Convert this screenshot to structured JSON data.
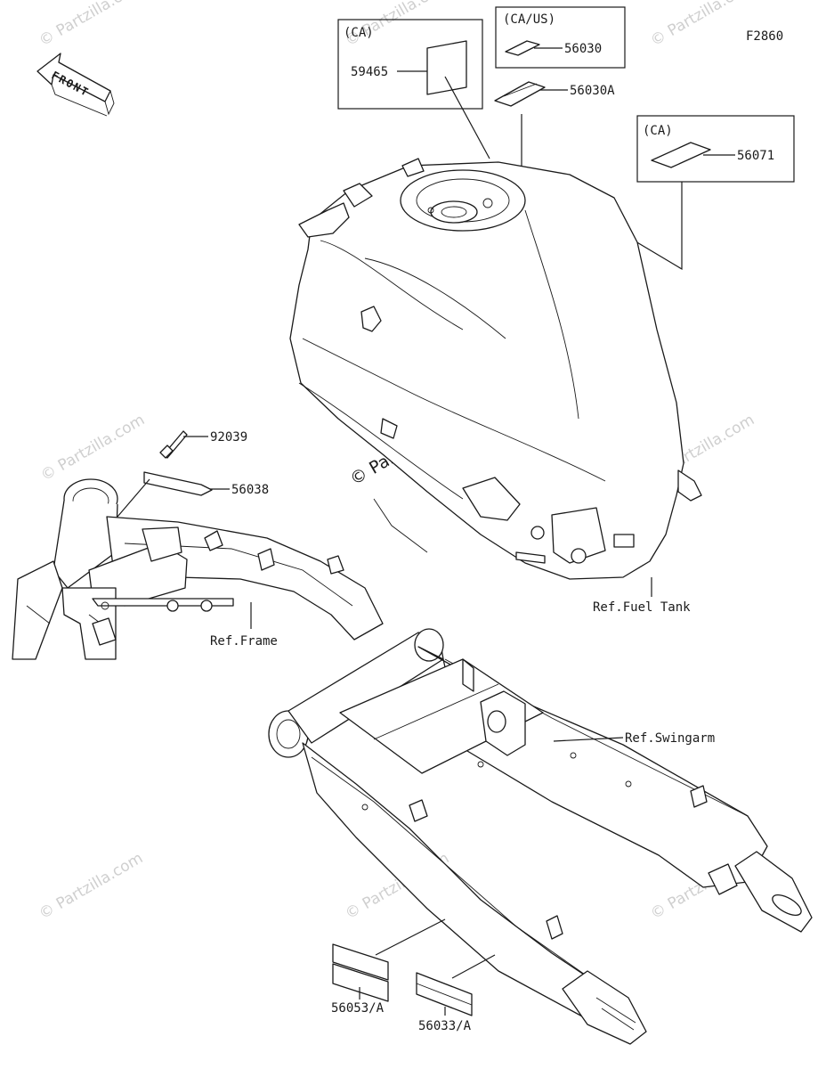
{
  "diagram": {
    "id": "F2860",
    "front_label": "FRONT",
    "watermark": "© Partzilla.com",
    "boxes": [
      {
        "region": "(CA)",
        "part": "59465"
      },
      {
        "region": "(CA/US)",
        "part": "56030"
      },
      {
        "region": "(CA)",
        "part": "56071"
      }
    ],
    "parts": {
      "p56030A": "56030A",
      "p92039": "92039",
      "p56038": "56038",
      "p56053A": "56053/A",
      "p56033A": "56033/A"
    },
    "refs": {
      "frame": "Ref.Frame",
      "fuel_tank": "Ref.Fuel Tank",
      "swingarm": "Ref.Swingarm"
    }
  }
}
